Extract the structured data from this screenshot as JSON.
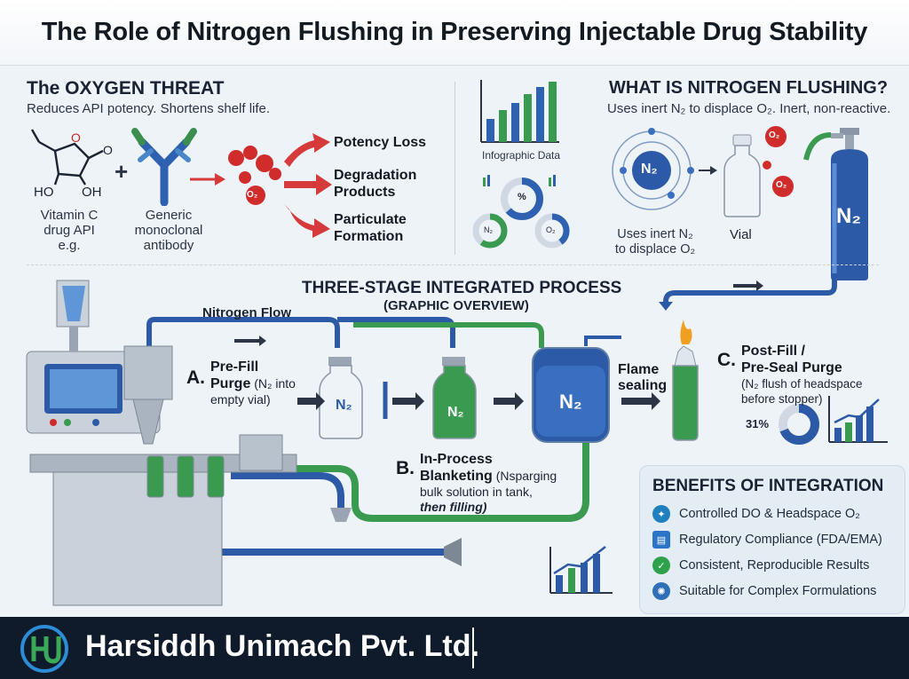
{
  "title": "The Role of Nitrogen Flushing in Preserving Injectable Drug Stability",
  "oxygen_threat": {
    "heading": "The OXYGEN THREAT",
    "subtitle": "Reduces API potency. Shortens shelf life.",
    "vitamin_label_1": "Vitamin C",
    "vitamin_label_2": "drug API",
    "vitamin_label_3": "e.g.",
    "antibody_label_1": "Generic",
    "antibody_label_2": "monoclonal",
    "antibody_label_3": "antibody",
    "o2_label": "O₂",
    "oh_left": "HO",
    "oh_right": "OH",
    "plus": "+",
    "outcomes": [
      "Potency Loss",
      "Degradation Products",
      "Particulate Formation"
    ]
  },
  "infographic": {
    "label": "Infographic Data",
    "pct": "%",
    "n2": "N₂",
    "o2": "O₂"
  },
  "nitrogen_flushing": {
    "heading": "WHAT IS NITROGEN FLUSHING?",
    "subtitle": "Uses inert N₂ to displace O₂. Inert, non-reactive.",
    "atom_label": "N₂",
    "caption_1": "Uses inert N₂",
    "caption_2": "to displace O₂",
    "vial_label": "Vial",
    "o2_bubble": "O₂",
    "cylinder_label": "N₂"
  },
  "process": {
    "heading": "THREE-STAGE INTEGRATED PROCESS",
    "subheading": "(GRAPHIC OVERVIEW)",
    "nitrogen_flow": "Nitrogen Flow",
    "stage_a_letter": "A.",
    "stage_a_title_1": "Pre-Fill",
    "stage_a_title_2": "Purge",
    "stage_a_desc_1": "(N₂ into",
    "stage_a_desc_2": "empty vial)",
    "stage_b_letter": "B.",
    "stage_b_title_1": "In-Process",
    "stage_b_title_2": "Blanketing",
    "stage_b_desc_1": "(Nsparging",
    "stage_b_desc_2": "bulk solution in tank,",
    "stage_b_desc_3": "then filling)",
    "stage_c_letter": "C.",
    "stage_c_title_1": "Post-Fill /",
    "stage_c_title_2": "Pre-Seal Purge",
    "stage_c_desc_1": "(N₂ flush of headspace",
    "stage_c_desc_2": "before stopper)",
    "flame_1": "Flame",
    "flame_2": "sealing",
    "vial_n2": "N₂",
    "tank_n2": "N₂",
    "donut_pct": "31%"
  },
  "benefits": {
    "heading": "BENEFITS OF INTEGRATION",
    "items": [
      "Controlled DO & Headspace O₂",
      "Regulatory Compliance (FDA/EMA)",
      "Consistent, Reproducible Results",
      "Suitable for Complex Formulations"
    ],
    "colors": [
      "#1f7fbf",
      "#2b74c8",
      "#2ea24a",
      "#2f6fb8"
    ]
  },
  "footer": {
    "company": "Harsiddh Unimach Pvt. Ltd.",
    "logo_text": "HU"
  }
}
